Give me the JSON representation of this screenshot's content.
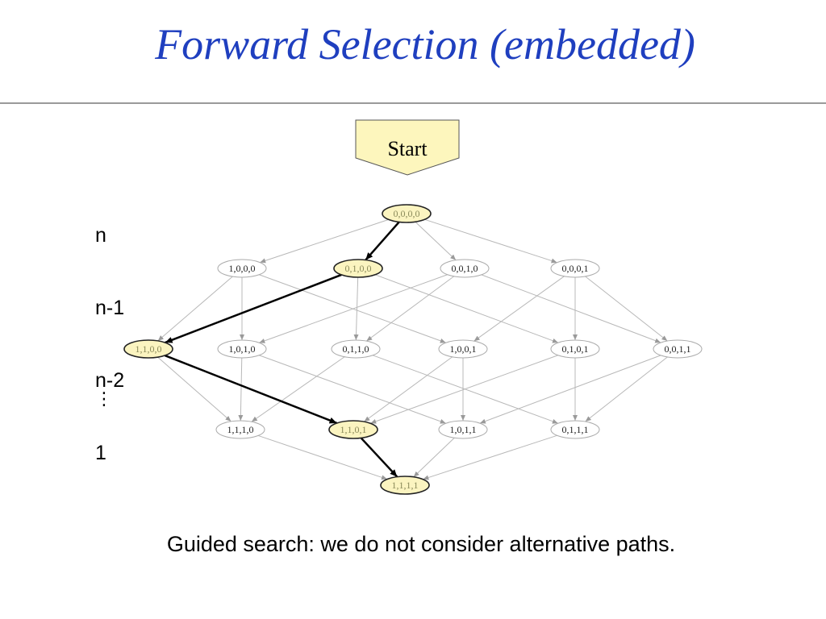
{
  "title": "Forward Selection (embedded)",
  "start_label": "Start",
  "levels": [
    "n",
    "n-1",
    "n-2",
    "1"
  ],
  "ellipsis": "⋮",
  "caption": "Guided search: we do not consider alternative paths.",
  "colors": {
    "title": "#1f3fbf",
    "highlight_fill": "#fbf4c0",
    "path_edge": "#000000",
    "edge": "#b8b8b8"
  },
  "nodes": [
    {
      "id": "0000",
      "label": "0,0,0,0",
      "highlighted": true
    },
    {
      "id": "1000",
      "label": "1,0,0,0",
      "highlighted": false
    },
    {
      "id": "0100",
      "label": "0,1,0,0",
      "highlighted": true
    },
    {
      "id": "0010",
      "label": "0,0,1,0",
      "highlighted": false
    },
    {
      "id": "0001",
      "label": "0,0,0,1",
      "highlighted": false
    },
    {
      "id": "1100",
      "label": "1,1,0,0",
      "highlighted": true
    },
    {
      "id": "1010",
      "label": "1,0,1,0",
      "highlighted": false
    },
    {
      "id": "0110",
      "label": "0,1,1,0",
      "highlighted": false
    },
    {
      "id": "1001",
      "label": "1,0,0,1",
      "highlighted": false
    },
    {
      "id": "0101",
      "label": "0,1,0,1",
      "highlighted": false
    },
    {
      "id": "0011",
      "label": "0,0,1,1",
      "highlighted": false
    },
    {
      "id": "1110",
      "label": "1,1,1,0",
      "highlighted": false
    },
    {
      "id": "1101",
      "label": "1,1,0,1",
      "highlighted": true
    },
    {
      "id": "1011",
      "label": "1,0,1,1",
      "highlighted": false
    },
    {
      "id": "0111",
      "label": "0,1,1,1",
      "highlighted": false
    },
    {
      "id": "1111",
      "label": "1,1,1,1",
      "highlighted": true
    }
  ],
  "path": [
    "0000",
    "0100",
    "1100",
    "1101",
    "1111"
  ]
}
